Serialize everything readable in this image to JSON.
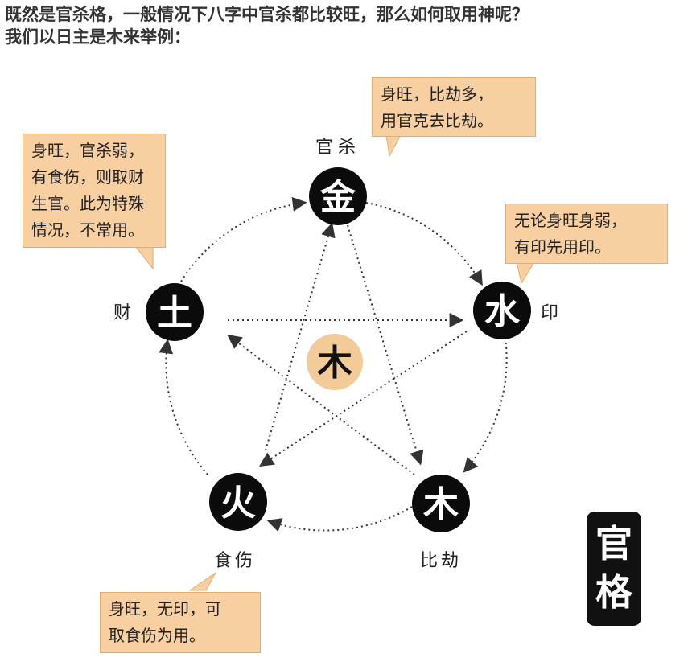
{
  "intro": {
    "line1": "既然是官杀格，一般情况下八字中官杀都比较旺，那么如何取用神呢？",
    "line2": "我们以日主是木来举例："
  },
  "nodes": {
    "metal": {
      "glyph": "金",
      "label": "官杀"
    },
    "water": {
      "glyph": "水",
      "label": "印"
    },
    "wood": {
      "glyph": "木",
      "label": "比劫"
    },
    "fire": {
      "glyph": "火",
      "label": "食伤"
    },
    "earth": {
      "glyph": "土",
      "label": "财"
    },
    "center": {
      "glyph": "木"
    }
  },
  "callouts": {
    "top_right": "身旺，比劫多，\n用官克去比劫。",
    "top_left": "身旺，官杀弱，\n有食伤，则取财\n生官。此为特殊\n情况，不常用。",
    "right": "无论身旺身弱，\n有印先用印。",
    "bottom": "身旺，无印，可\n取食伤为用。"
  },
  "badge": {
    "char1": "官",
    "char2": "格"
  },
  "colors": {
    "node_fill": "#0b0b0b",
    "center_fill": "#f3cb98",
    "callout_fill": "#f7cfa0",
    "arrow": "#333333"
  }
}
